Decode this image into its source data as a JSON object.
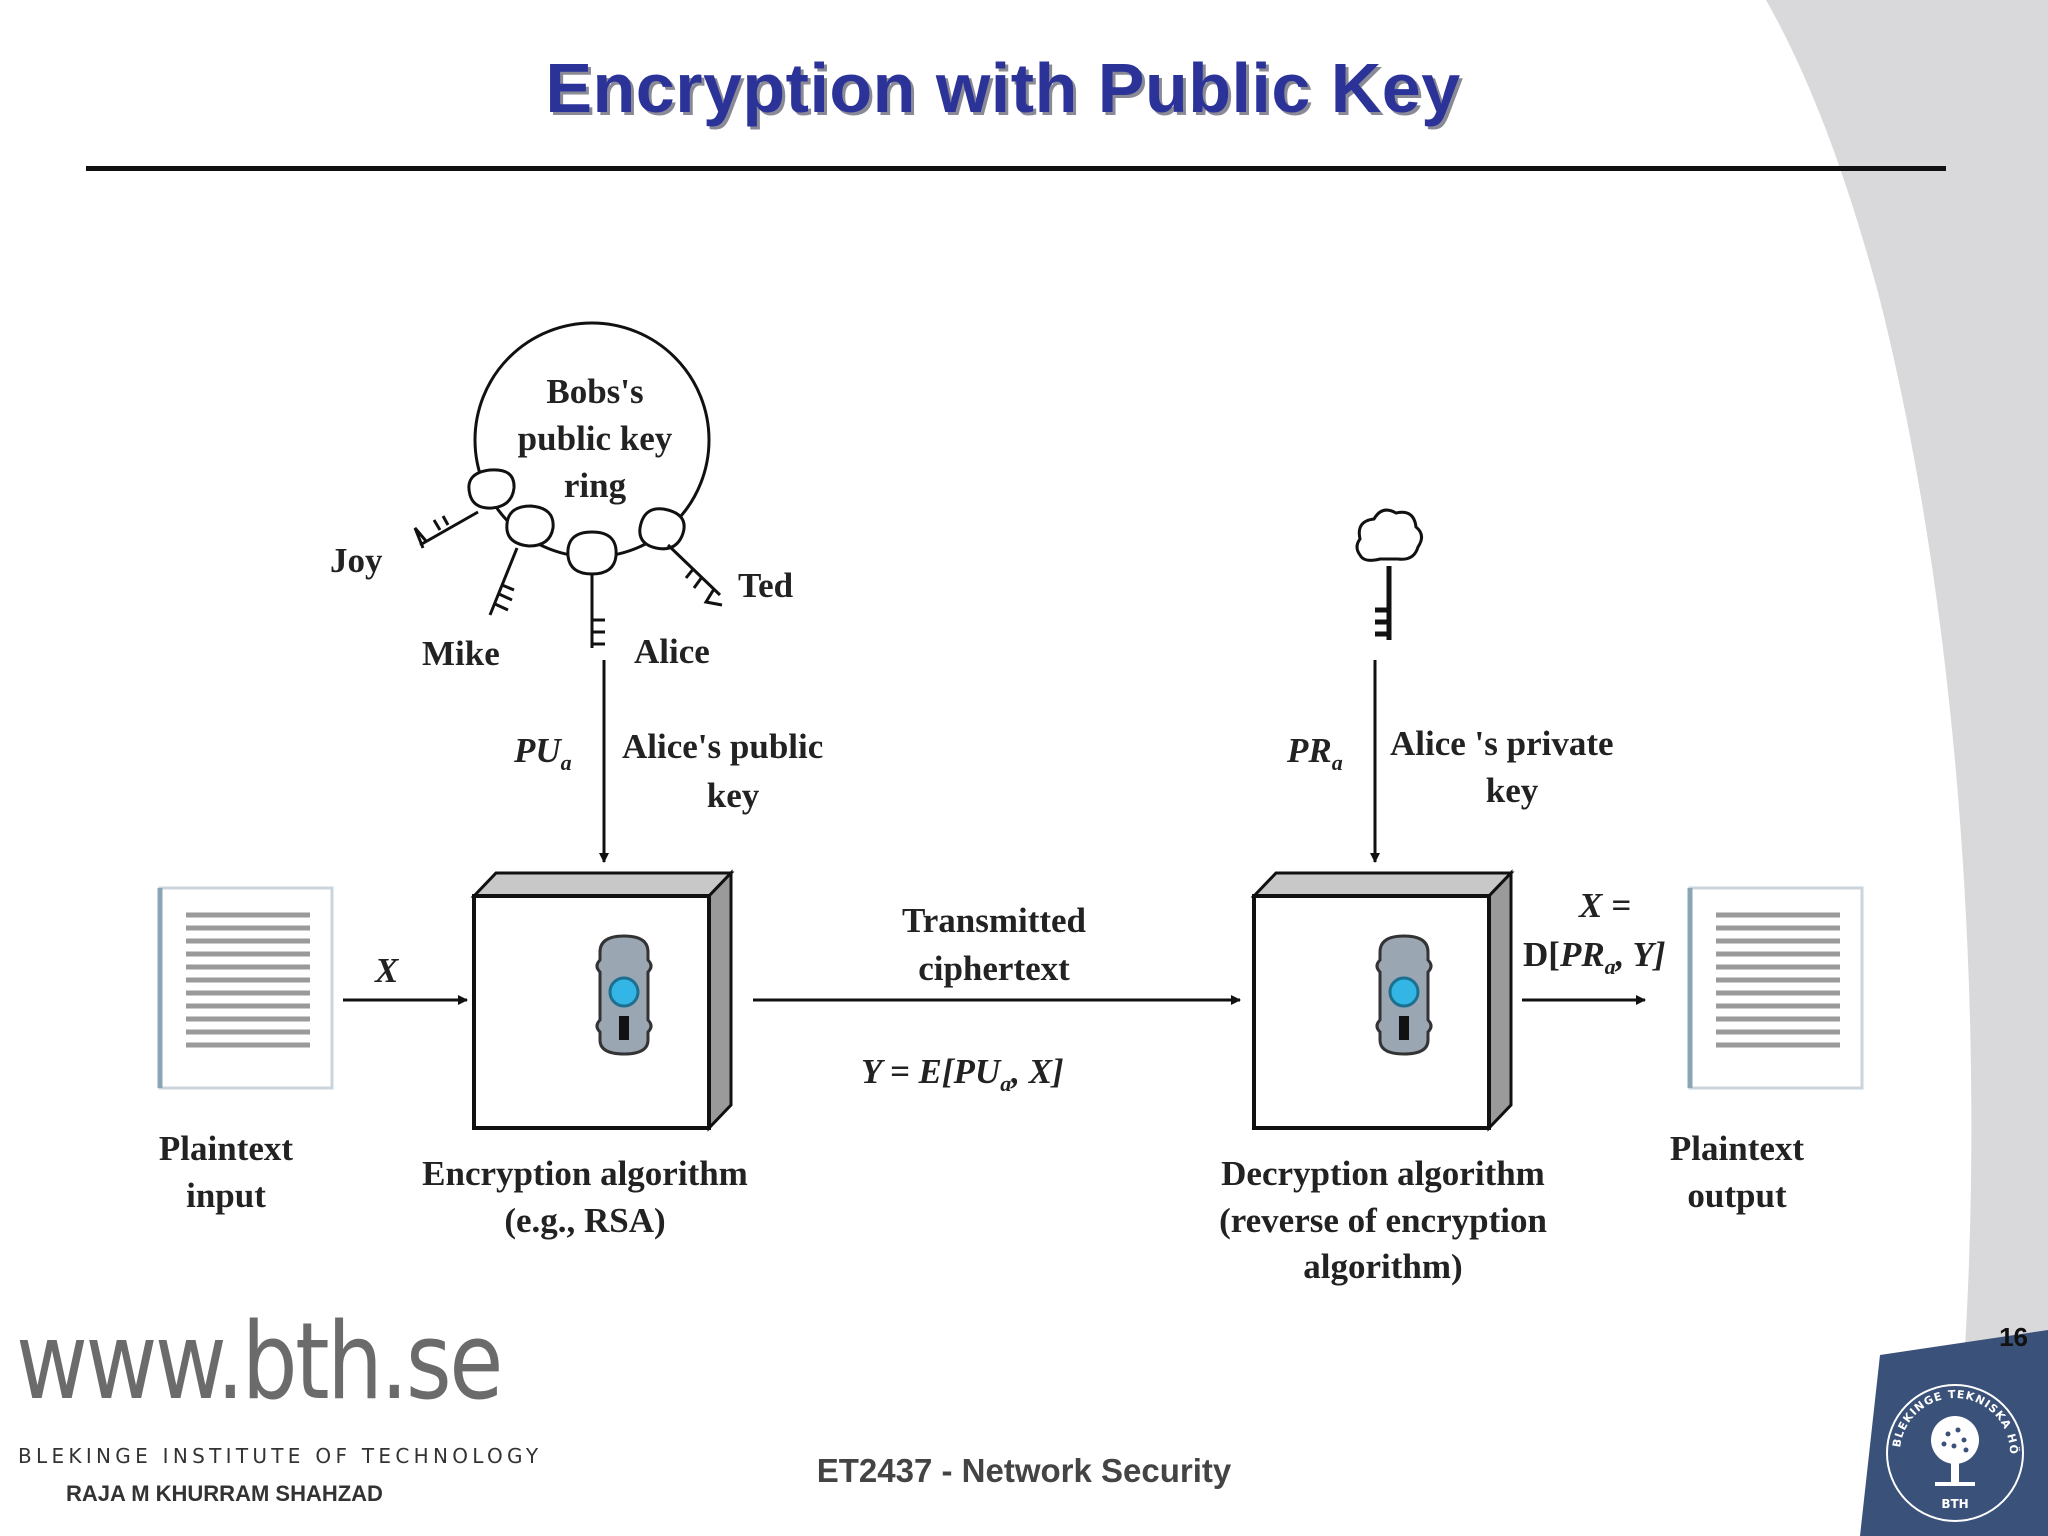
{
  "slide": {
    "title": "Encryption with Public Key",
    "slide_number": "16",
    "course": "ET2437 - Network Security",
    "author": "RAJA M KHURRAM SHAHZAD"
  },
  "branding": {
    "url": "www.bth.se",
    "institution": "BLEKINGE INSTITUTE OF TECHNOLOGY",
    "seal_outer_text": "BLEKINGE TEKNISKA HÖGSKOLA",
    "seal_bottom_text": "BTH"
  },
  "diagram": {
    "key_ring": {
      "label_line1": "Bobs's",
      "label_line2": "public key",
      "label_line3": "ring",
      "keys": [
        "Joy",
        "Mike",
        "Alice",
        "Ted"
      ]
    },
    "public_key": {
      "symbol_main": "PU",
      "symbol_sub": "a",
      "label_line1": "Alice's public",
      "label_line2": "key"
    },
    "private_key": {
      "symbol_main": "PR",
      "symbol_sub": "a",
      "label_line1": "Alice 's private",
      "label_line2": "key"
    },
    "plaintext_input": {
      "label_line1": "Plaintext",
      "label_line2": "input",
      "arrow_label": "X"
    },
    "encryption": {
      "label_line1": "Encryption algorithm",
      "label_line2": "(e.g., RSA)"
    },
    "transmission": {
      "label_line1": "Transmitted",
      "label_line2": "ciphertext",
      "formula_prefix": "Y = E[",
      "formula_key": "PU",
      "formula_sub": "a",
      "formula_suffix": ", X]"
    },
    "decryption": {
      "label_line1": "Decryption algorithm",
      "label_line2": "(reverse of encryption",
      "label_line3": "algorithm)"
    },
    "output_formula": {
      "line1": "X =",
      "prefix": "D[",
      "key": "PR",
      "sub": "a",
      "suffix": ", Y]"
    },
    "plaintext_output": {
      "label_line1": "Plaintext",
      "label_line2": "output"
    }
  },
  "colors": {
    "title": "#2b3399",
    "lock_blue": "#33b5e5",
    "brand_navy": "#3a5179",
    "side_gray": "#d9d9dc"
  }
}
